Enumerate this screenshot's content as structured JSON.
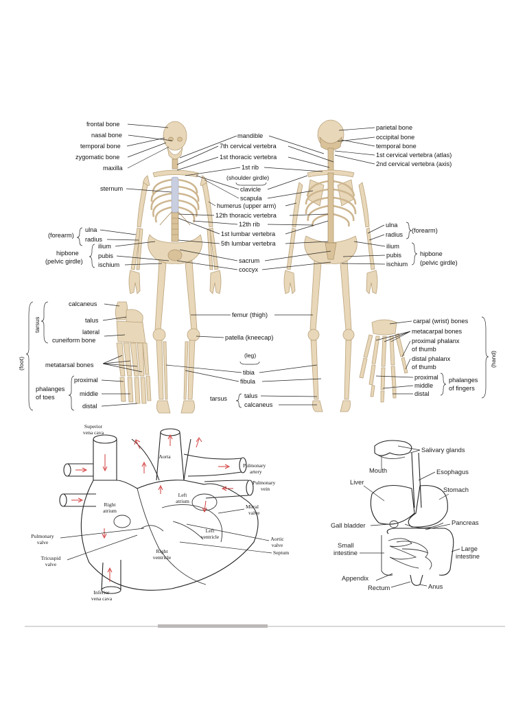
{
  "skeleton_front_left": {
    "frontal": "frontal bone",
    "nasal": "nasal bone",
    "temporal": "temporal bone",
    "zygomatic": "zygomatic bone",
    "maxilla": "maxilla",
    "sternum": "sternum",
    "forearm": "(forearm)",
    "ulna": "ulna",
    "radius": "radius",
    "hipbone": "hipbone",
    "pelvic": "(pelvic girdle)",
    "ilium": "ilium",
    "pubis": "pubis",
    "ischium": "ischium"
  },
  "skeleton_center": {
    "mandible": "mandible",
    "c7": "7th cervical vertebra",
    "t1": "1st thoracic vertebra",
    "rib1": "1st rib",
    "shoulder_girdle": "(shoulder girdle)",
    "clavicle": "clavicle",
    "scapula": "scapula",
    "humerus": "humerus (upper arm)",
    "t12": "12th thoracic vertebra",
    "rib12": "12th rib",
    "l1": "1st lumbar vertebra",
    "l5": "5th lumbar vertebra",
    "sacrum": "sacrum",
    "coccyx": "coccyx",
    "femur": "femur (thigh)",
    "patella": "patella (kneecap)",
    "leg": "(leg)",
    "tibia": "tibia",
    "fibula": "fibula",
    "tarsus": "tarsus",
    "talus": "talus",
    "calcaneus": "calcaneus"
  },
  "skeleton_back_right": {
    "parietal": "parietal bone",
    "occipital": "occipital bone",
    "temporal": "temporal bone",
    "atlas": "1st cervical vertebra (atlas)",
    "axis": "2nd cervical vertebra (axis)",
    "ulna": "ulna",
    "radius": "radius",
    "forearm": "(forearm)",
    "ilium": "ilium",
    "pubis": "pubis",
    "ischium": "ischium",
    "hipbone": "hipbone",
    "pelvic": "(pelvic girdle)"
  },
  "foot": {
    "tarsus": "tarsus",
    "foot": "(foot)",
    "calcaneus": "calcaneus",
    "talus": "talus",
    "lateral": "lateral",
    "cuneiform": "cuneiform bone",
    "metatarsal": "metatarsal bones",
    "proximal": "proximal",
    "phalanges": "phalanges",
    "of_toes": "of toes",
    "middle": "middle",
    "distal": "distal"
  },
  "hand": {
    "carpal": "carpal (wrist) bones",
    "metacarpal": "metacarpal bones",
    "prox_phalanx": "proximal phalanx",
    "of_thumb1": "of thumb",
    "dist_phalanx": "distal phalanx",
    "of_thumb2": "of thumb",
    "proximal": "proximal",
    "middle": "middle",
    "distal": "distal",
    "phalanges": "phalanges",
    "of_fingers": "of fingers",
    "hand": "(hand)"
  },
  "heart": {
    "svc1": "Superior",
    "svc2": "vena cava",
    "aorta": "Aorta",
    "pa1": "Pulmonary",
    "pa2": "artery",
    "pv1": "Pulmonary",
    "pv2": "vein",
    "la1": "Left",
    "la2": "atrium",
    "ra1": "Right",
    "ra2": "atrium",
    "mitral1": "Mitral",
    "mitral2": "valve",
    "lv1": "Left",
    "lv2": "ventricle",
    "pulv1": "Pulmonary",
    "pulv2": "valve",
    "aortic1": "Aortic",
    "aortic2": "valve",
    "tri1": "Tricuspid",
    "tri2": "valve",
    "rv1": "Right",
    "rv2": "ventricle",
    "septum": "Septum",
    "ivc1": "Inferior",
    "ivc2": "vena cava"
  },
  "digestive": {
    "salivary": "Salivary glands",
    "mouth": "Mouth",
    "esophagus": "Esophagus",
    "liver": "Liver",
    "stomach": "Stomach",
    "gall": "Gall bladder",
    "pancreas": "Pancreas",
    "small1": "Small",
    "small2": "intestine",
    "large1": "Large",
    "large2": "intestine",
    "appendix": "Appendix",
    "rectum": "Rectum",
    "anus": "Anus"
  },
  "colors": {
    "bone": "#e8d7b8",
    "cartilage": "#c9cfe0",
    "arrow": "#d23a3a"
  }
}
